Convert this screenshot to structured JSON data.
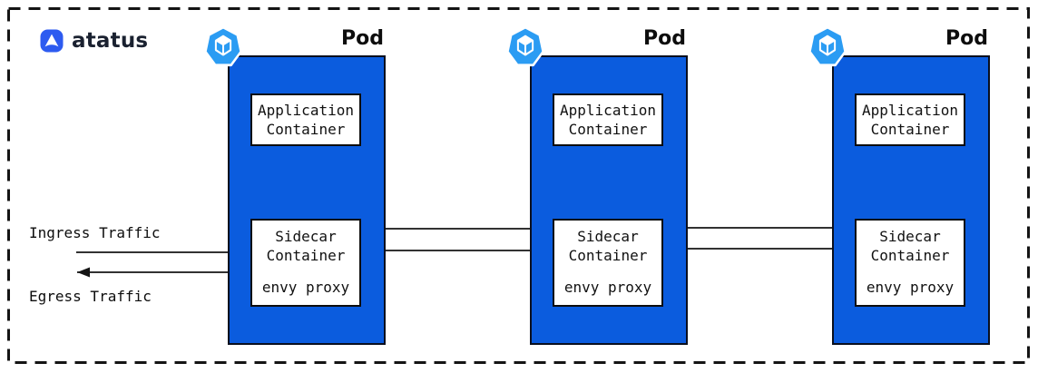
{
  "brand": {
    "name": "atatus"
  },
  "colors": {
    "pod_fill": "#0B5CDE",
    "pod_badge_fill": "#2B9CF3",
    "brand_blue": "#2D5BF0",
    "line": "#141414"
  },
  "traffic": {
    "ingress_label": "Ingress Traffic",
    "egress_label": "Egress Traffic"
  },
  "pods": [
    {
      "label": "Pod",
      "application_container": "Application\nContainer",
      "sidecar_container": "Sidecar\nContainer",
      "proxy": "envy proxy"
    },
    {
      "label": "Pod",
      "application_container": "Application\nContainer",
      "sidecar_container": "Sidecar\nContainer",
      "proxy": "envy proxy"
    },
    {
      "label": "Pod",
      "application_container": "Application\nContainer",
      "sidecar_container": "Sidecar\nContainer",
      "proxy": "envy proxy"
    }
  ]
}
